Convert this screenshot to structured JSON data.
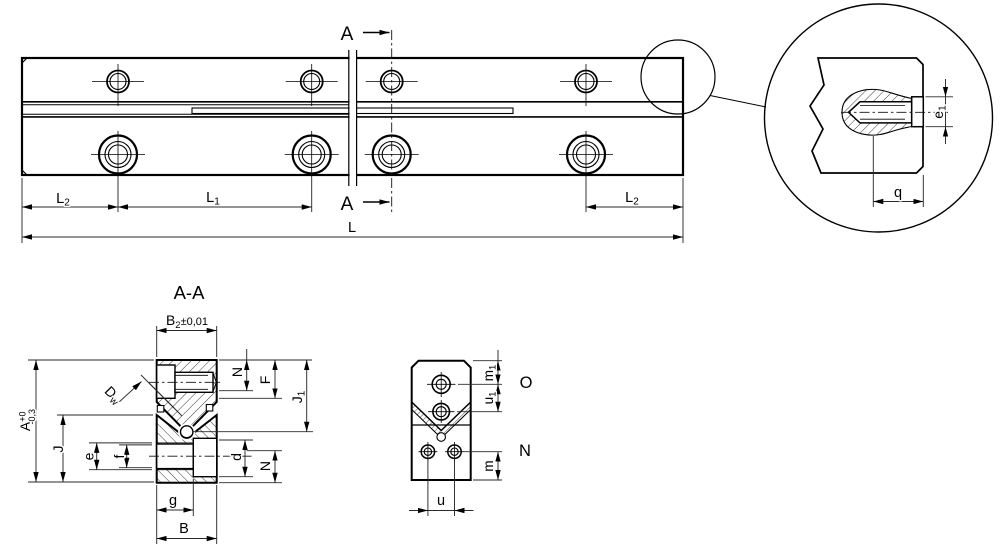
{
  "drawing": {
    "background": "#ffffff",
    "line_color": "#000000",
    "dim_line_color": "#2a2a2a",
    "top_view": {
      "section_mark": "A",
      "dim_l2": {
        "main": "L",
        "sub": "2"
      },
      "dim_l1": {
        "main": "L",
        "sub": "1"
      },
      "dim_l": "L"
    },
    "detail_view": {
      "dim_e1": {
        "main": "e",
        "sub": "1"
      },
      "dim_q": "q"
    },
    "section_view": {
      "title": "A-A",
      "dim_b2": {
        "main": "B",
        "sub": "2",
        "tol": "±0,01"
      },
      "dim_a": {
        "main": "A",
        "sup": "+0",
        "sub": "-0,3"
      },
      "dim_j": "J",
      "dim_e": "e",
      "dim_f": "f",
      "dim_dw": {
        "main": "D",
        "sub": "w"
      },
      "dim_n_upper": "N",
      "dim_f_cap": "F",
      "dim_j1": {
        "main": "J",
        "sub": "1"
      },
      "dim_d": "d",
      "dim_n_lower": "N",
      "dim_g": "g",
      "dim_b": "B"
    },
    "plan_view": {
      "dim_m1": {
        "main": "m",
        "sub": "1"
      },
      "dim_u1": {
        "main": "u",
        "sub": "1"
      },
      "label_o": "O",
      "dim_m": "m",
      "label_n": "N",
      "dim_u": "u"
    }
  }
}
